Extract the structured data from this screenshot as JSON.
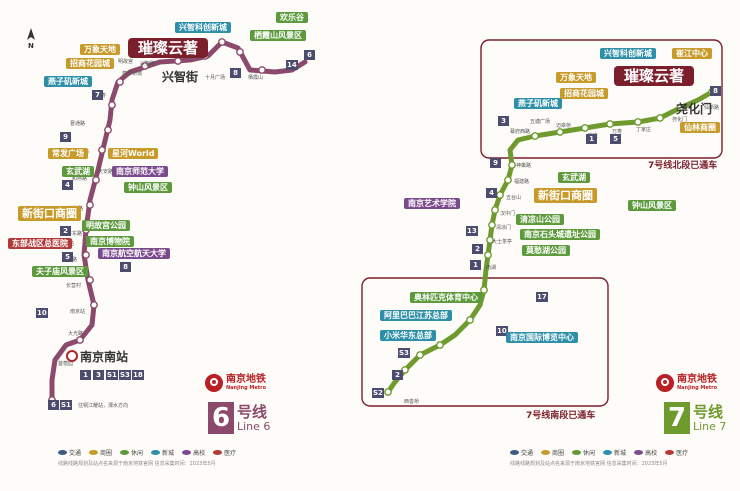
{
  "north": "N",
  "line6": {
    "logo": {
      "cn": "南京地铁",
      "en": "Nanjing Metro"
    },
    "badge": {
      "num": "6",
      "hao": "号线",
      "en": "Line 6",
      "color": "#8b4a6b"
    },
    "hub": "南京南站",
    "hub_transfers": [
      "1",
      "3",
      "S1",
      "S3",
      "18"
    ],
    "street": "兴智街",
    "end_transfers": [
      "6",
      "S1"
    ],
    "end_note": "往铜江耀站，溧水方向",
    "labels": [
      {
        "t": "兴智科创新城",
        "c": "c-xin"
      },
      {
        "t": "欢乐谷",
        "c": "c-xiu"
      },
      {
        "t": "栖霞山风景区",
        "c": "c-xiu"
      },
      {
        "t": "万象天地",
        "c": "c-shang"
      },
      {
        "t": "招商花园城",
        "c": "c-shang"
      },
      {
        "t": "燕子矶新城",
        "c": "c-xin"
      },
      {
        "t": "璀璨云著",
        "c": "c-hero"
      },
      {
        "t": "常发广场",
        "c": "c-shang"
      },
      {
        "t": "星河World",
        "c": "c-shang"
      },
      {
        "t": "玄武湖",
        "c": "c-xiu"
      },
      {
        "t": "南京师范大学",
        "c": "c-gao"
      },
      {
        "t": "钟山风景区",
        "c": "c-xiu"
      },
      {
        "t": "新街口商圈",
        "c": "c-shang"
      },
      {
        "t": "东部战区总医院",
        "c": "c-yi"
      },
      {
        "t": "明故宫公园",
        "c": "c-xiu"
      },
      {
        "t": "南京博物院",
        "c": "c-xiu"
      },
      {
        "t": "南京航空航天大学",
        "c": "c-gao"
      },
      {
        "t": "夫子庙风景区",
        "c": "c-xiu"
      }
    ],
    "stations": [
      "栖霞山",
      "十月广场",
      "兴智路",
      "燕江新城",
      "万寿",
      "晋通路",
      "红山路",
      "和燕路",
      "光华路",
      "南平东路",
      "童卫路",
      "长营村",
      "南京站",
      "大光路",
      "苜蓿园",
      "明故宫",
      "天安路",
      "中和桥",
      "南京南站"
    ],
    "transfers": [
      "6",
      "14",
      "8",
      "7",
      "9",
      "4",
      "2",
      "5",
      "8",
      "10"
    ]
  },
  "line7": {
    "logo": {
      "cn": "南京地铁",
      "en": "Nanjing Metro"
    },
    "badge": {
      "num": "7",
      "hao": "号线",
      "en": "Line 7",
      "color": "#6e9a2e"
    },
    "north_caption": "7号线北段已通车",
    "south_caption": "7号线南段已通车",
    "street": "尧化门",
    "labels_north": [
      {
        "t": "兴智科创新城",
        "c": "c-xin"
      },
      {
        "t": "崔江中心",
        "c": "c-shang"
      },
      {
        "t": "万象天地",
        "c": "c-shang"
      },
      {
        "t": "璀璨云著",
        "c": "c-hero"
      },
      {
        "t": "招商花园城",
        "c": "c-shang"
      },
      {
        "t": "燕子矶新城",
        "c": "c-xin"
      },
      {
        "t": "仙林商圈",
        "c": "c-shang"
      }
    ],
    "labels_mid": [
      {
        "t": "玄武湖",
        "c": "c-xiu"
      },
      {
        "t": "新街口商圈",
        "c": "c-shang"
      },
      {
        "t": "南京艺术学院",
        "c": "c-gao"
      },
      {
        "t": "钟山风景区",
        "c": "c-xiu"
      },
      {
        "t": "清凉山公园",
        "c": "c-xiu"
      },
      {
        "t": "南京石头城遗址公园",
        "c": "c-xiu"
      },
      {
        "t": "莫愁湖公园",
        "c": "c-xiu"
      }
    ],
    "labels_south": [
      {
        "t": "奥林匹克体育中心",
        "c": "c-xiu"
      },
      {
        "t": "阿里巴巴江苏总部",
        "c": "c-xin"
      },
      {
        "t": "小米华东总部",
        "c": "c-xin"
      },
      {
        "t": "南京国际博览中心",
        "c": "c-xin"
      }
    ],
    "stations": [
      "仙新路",
      "尧化门",
      "丁家庄",
      "万寿",
      "晓庄",
      "幕府西路",
      "五塘广场",
      "迈皋桥",
      "神策路",
      "福建路",
      "五台山",
      "汉中门",
      "清凉门",
      "大士茶亭",
      "南湖",
      "西善桥"
    ],
    "transfers_n": [
      "8",
      "3",
      "1",
      "5"
    ],
    "transfers_m": [
      "9",
      "4",
      "13",
      "2",
      "1"
    ],
    "transfers_s": [
      "17",
      "10",
      "S3",
      "2",
      "S2"
    ]
  },
  "legend": [
    "交通",
    "商圈",
    "休闲",
    "新城",
    "高校",
    "医疗"
  ],
  "legend_colors": [
    "#3d5a80",
    "#c79a2a",
    "#5c9a3c",
    "#2d8fa8",
    "#7a4a8c",
    "#b23a3a"
  ],
  "foot": "线路线路规划及站点名来源于南京地铁官网 信息采集时间：2023年5月"
}
